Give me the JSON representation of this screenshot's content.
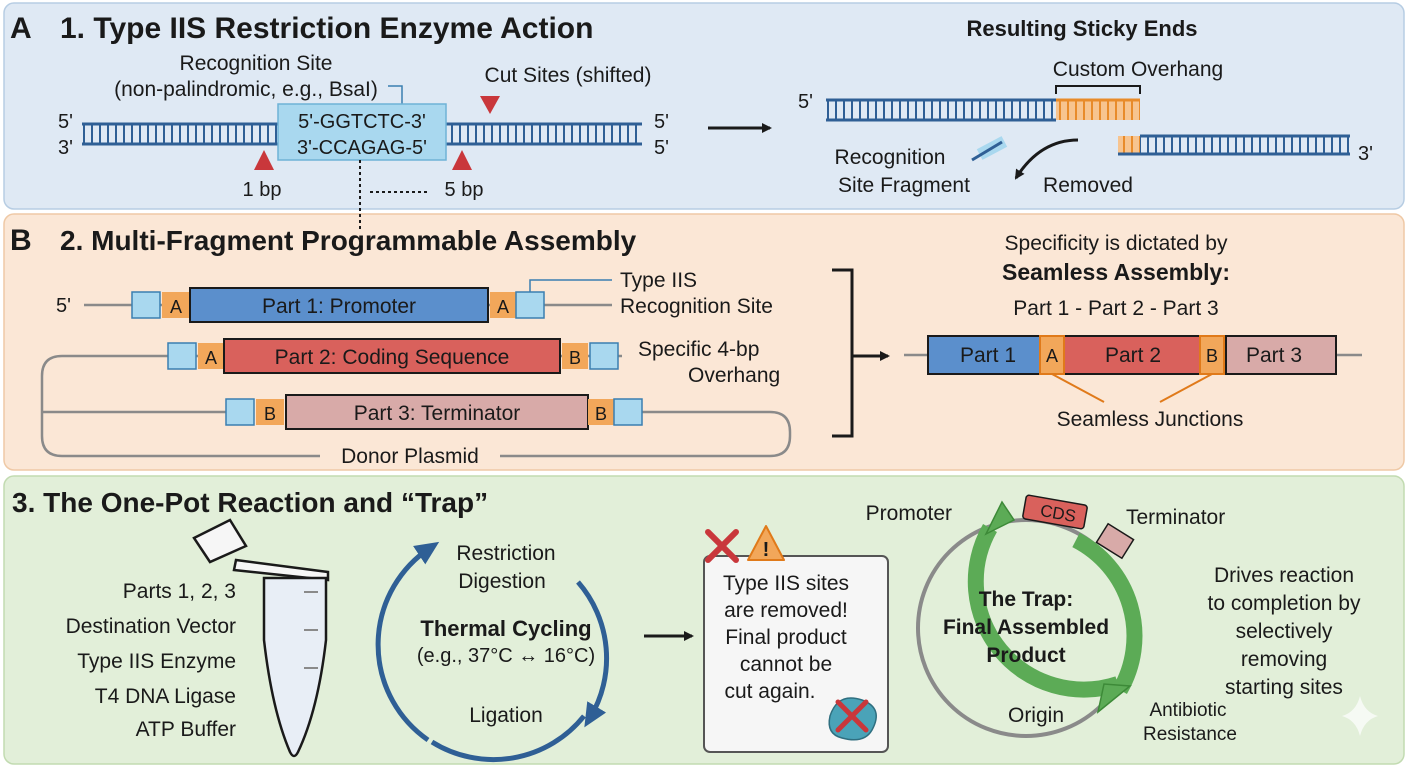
{
  "colors": {
    "panel_a_bg": "#dfe9f4",
    "panel_b_bg": "#fbe7d6",
    "panel_c_bg": "#e2efd9",
    "dna_blue": "#2f5f95",
    "site_cyan": "#a9d8ef",
    "overhang_orange": "#f2a75a",
    "promoter_blue": "#5b8fcc",
    "cds_red": "#d9615c",
    "terminator_pink": "#d8aaa8",
    "red_marker": "#c9373b",
    "green_arrow": "#5cab56"
  },
  "panel_a": {
    "letter": "A",
    "title": "1. Type IIS Restriction Enzyme Action",
    "recognition_label_1": "Recognition Site",
    "recognition_label_2": "(non-palindromic, e.g., BsaI)",
    "cut_sites_label": "Cut Sites (shifted)",
    "top_seq": "5'-GGTCTC-3'",
    "bottom_seq": "3'-CCAGAG-5'",
    "left_top_end": "5'",
    "left_bottom_end": "3'",
    "right_top_end": "5'",
    "right_bottom_end": "5'",
    "offset_1": "1 bp",
    "offset_5": "5 bp",
    "result_title": "Resulting Sticky Ends",
    "custom_overhang": "Custom Overhang",
    "result_top_end": "5'",
    "result_bottom_end": "3'",
    "fragment_label_1": "Recognition",
    "fragment_label_2": "Site Fragment",
    "removed_label": "Removed"
  },
  "panel_b": {
    "letter": "B",
    "title": "2. Multi-Fragment Programmable Assembly",
    "five_prime": "5'",
    "part1": "Part 1: Promoter",
    "part2": "Part 2: Coding Sequence",
    "part3": "Part 3: Terminator",
    "overhang_a": "A",
    "overhang_b": "B",
    "type2s_label_1": "Type IIS",
    "type2s_label_2": "Recognition Site",
    "overhang_label_1": "Specific 4-bp",
    "overhang_label_2": "Overhang",
    "donor_plasmid": "Donor Plasmid",
    "specificity_1": "Specificity is dictated by",
    "specificity_2": "Seamless Assembly:",
    "specificity_3": "Part 1 - Part 2 - Part 3",
    "result_part1": "Part 1",
    "result_part2": "Part 2",
    "result_part3": "Part 3",
    "seamless_junctions": "Seamless Junctions"
  },
  "panel_c": {
    "title": "3. The One-Pot Reaction and “Trap”",
    "ingredients": [
      "Parts 1, 2, 3",
      "Destination Vector",
      "Type IIS Enzyme",
      "T4 DNA Ligase",
      "ATP Buffer"
    ],
    "restriction_1": "Restriction",
    "restriction_2": "Digestion",
    "thermal_cycling": "Thermal Cycling",
    "thermal_temps": "(e.g., 37°C ↔ 16°C)",
    "ligation": "Ligation",
    "note_lines": [
      "Type IIS sites",
      "are removed!",
      "Final product",
      "cannot be",
      "cut again."
    ],
    "promoter": "Promoter",
    "cds": "CDS",
    "terminator": "Terminator",
    "origin": "Origin",
    "antibiotic_1": "Antibiotic",
    "antibiotic_2": "Resistance",
    "trap_1": "The Trap:",
    "trap_2": "Final Assembled",
    "trap_3": "Product",
    "drives_lines": [
      "Drives reaction",
      "to completion by",
      "selectively",
      "removing",
      "starting sites"
    ]
  }
}
